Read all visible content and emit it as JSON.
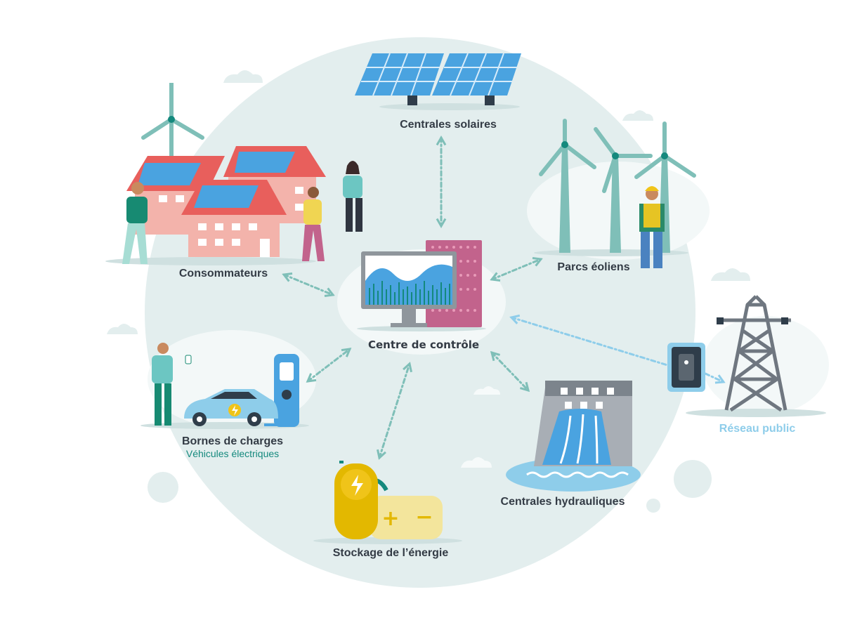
{
  "nodes": {
    "solar": {
      "label": "Centrales solaires"
    },
    "wind": {
      "label": "Parcs éoliens"
    },
    "consumers": {
      "label": "Consommateurs"
    },
    "control": {
      "label": "Centre de contrôle"
    },
    "charging": {
      "label": "Bornes de charges",
      "sublabel": "Véhicules électriques"
    },
    "storage": {
      "label": "Stockage de l’énergie"
    },
    "hydro": {
      "label": "Centrales hydrauliques"
    },
    "grid": {
      "label": "Réseau public"
    }
  },
  "colors": {
    "background_circle": "#e3eeee",
    "arrow": "#7fbfb8",
    "public_arrow": "#8ecdea",
    "teal": "#14897d",
    "label": "#333b45"
  }
}
